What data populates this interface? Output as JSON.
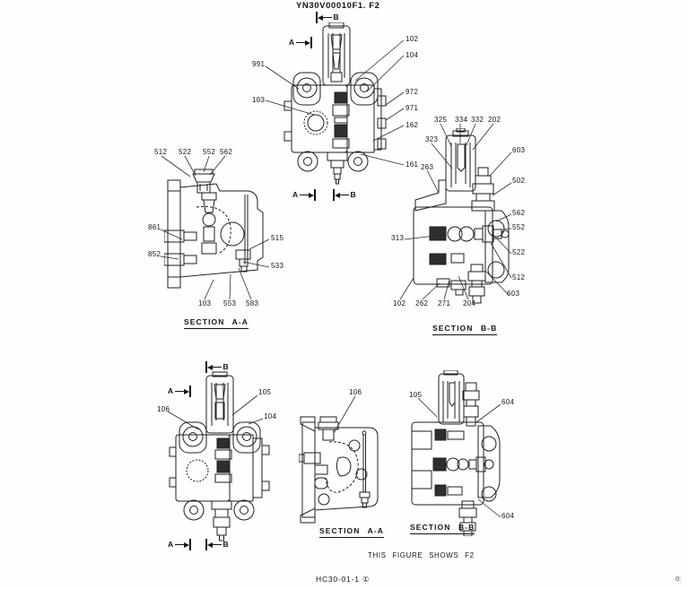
{
  "title": "YN30V00010F1. F2",
  "markers": {
    "a": "A",
    "b": "B"
  },
  "sections": {
    "aa_label": "SECTION A-A",
    "bb_label": "SECTION B-B"
  },
  "footer": {
    "note": "THIS FIGURE SHOWS F2",
    "doc_number": "HC30-01-1 ①",
    "corner": "0:"
  },
  "callouts": {
    "top_view": [
      "991",
      "103",
      "102",
      "104",
      "972",
      "971",
      "162",
      "161"
    ],
    "section_aa_mid": [
      "512",
      "522",
      "552",
      "562",
      "861",
      "852",
      "515",
      "533",
      "103",
      "553",
      "583"
    ],
    "section_bb_mid": [
      "325",
      "334",
      "332",
      "202",
      "323",
      "263",
      "603",
      "502",
      "562",
      "552",
      "522",
      "512",
      "313",
      "102",
      "262",
      "271",
      "204",
      "603"
    ],
    "bottom_left_view": [
      "106",
      "105",
      "104"
    ],
    "section_aa_bottom": [
      "106"
    ],
    "section_bb_bottom": [
      "105",
      "604",
      "604"
    ]
  }
}
